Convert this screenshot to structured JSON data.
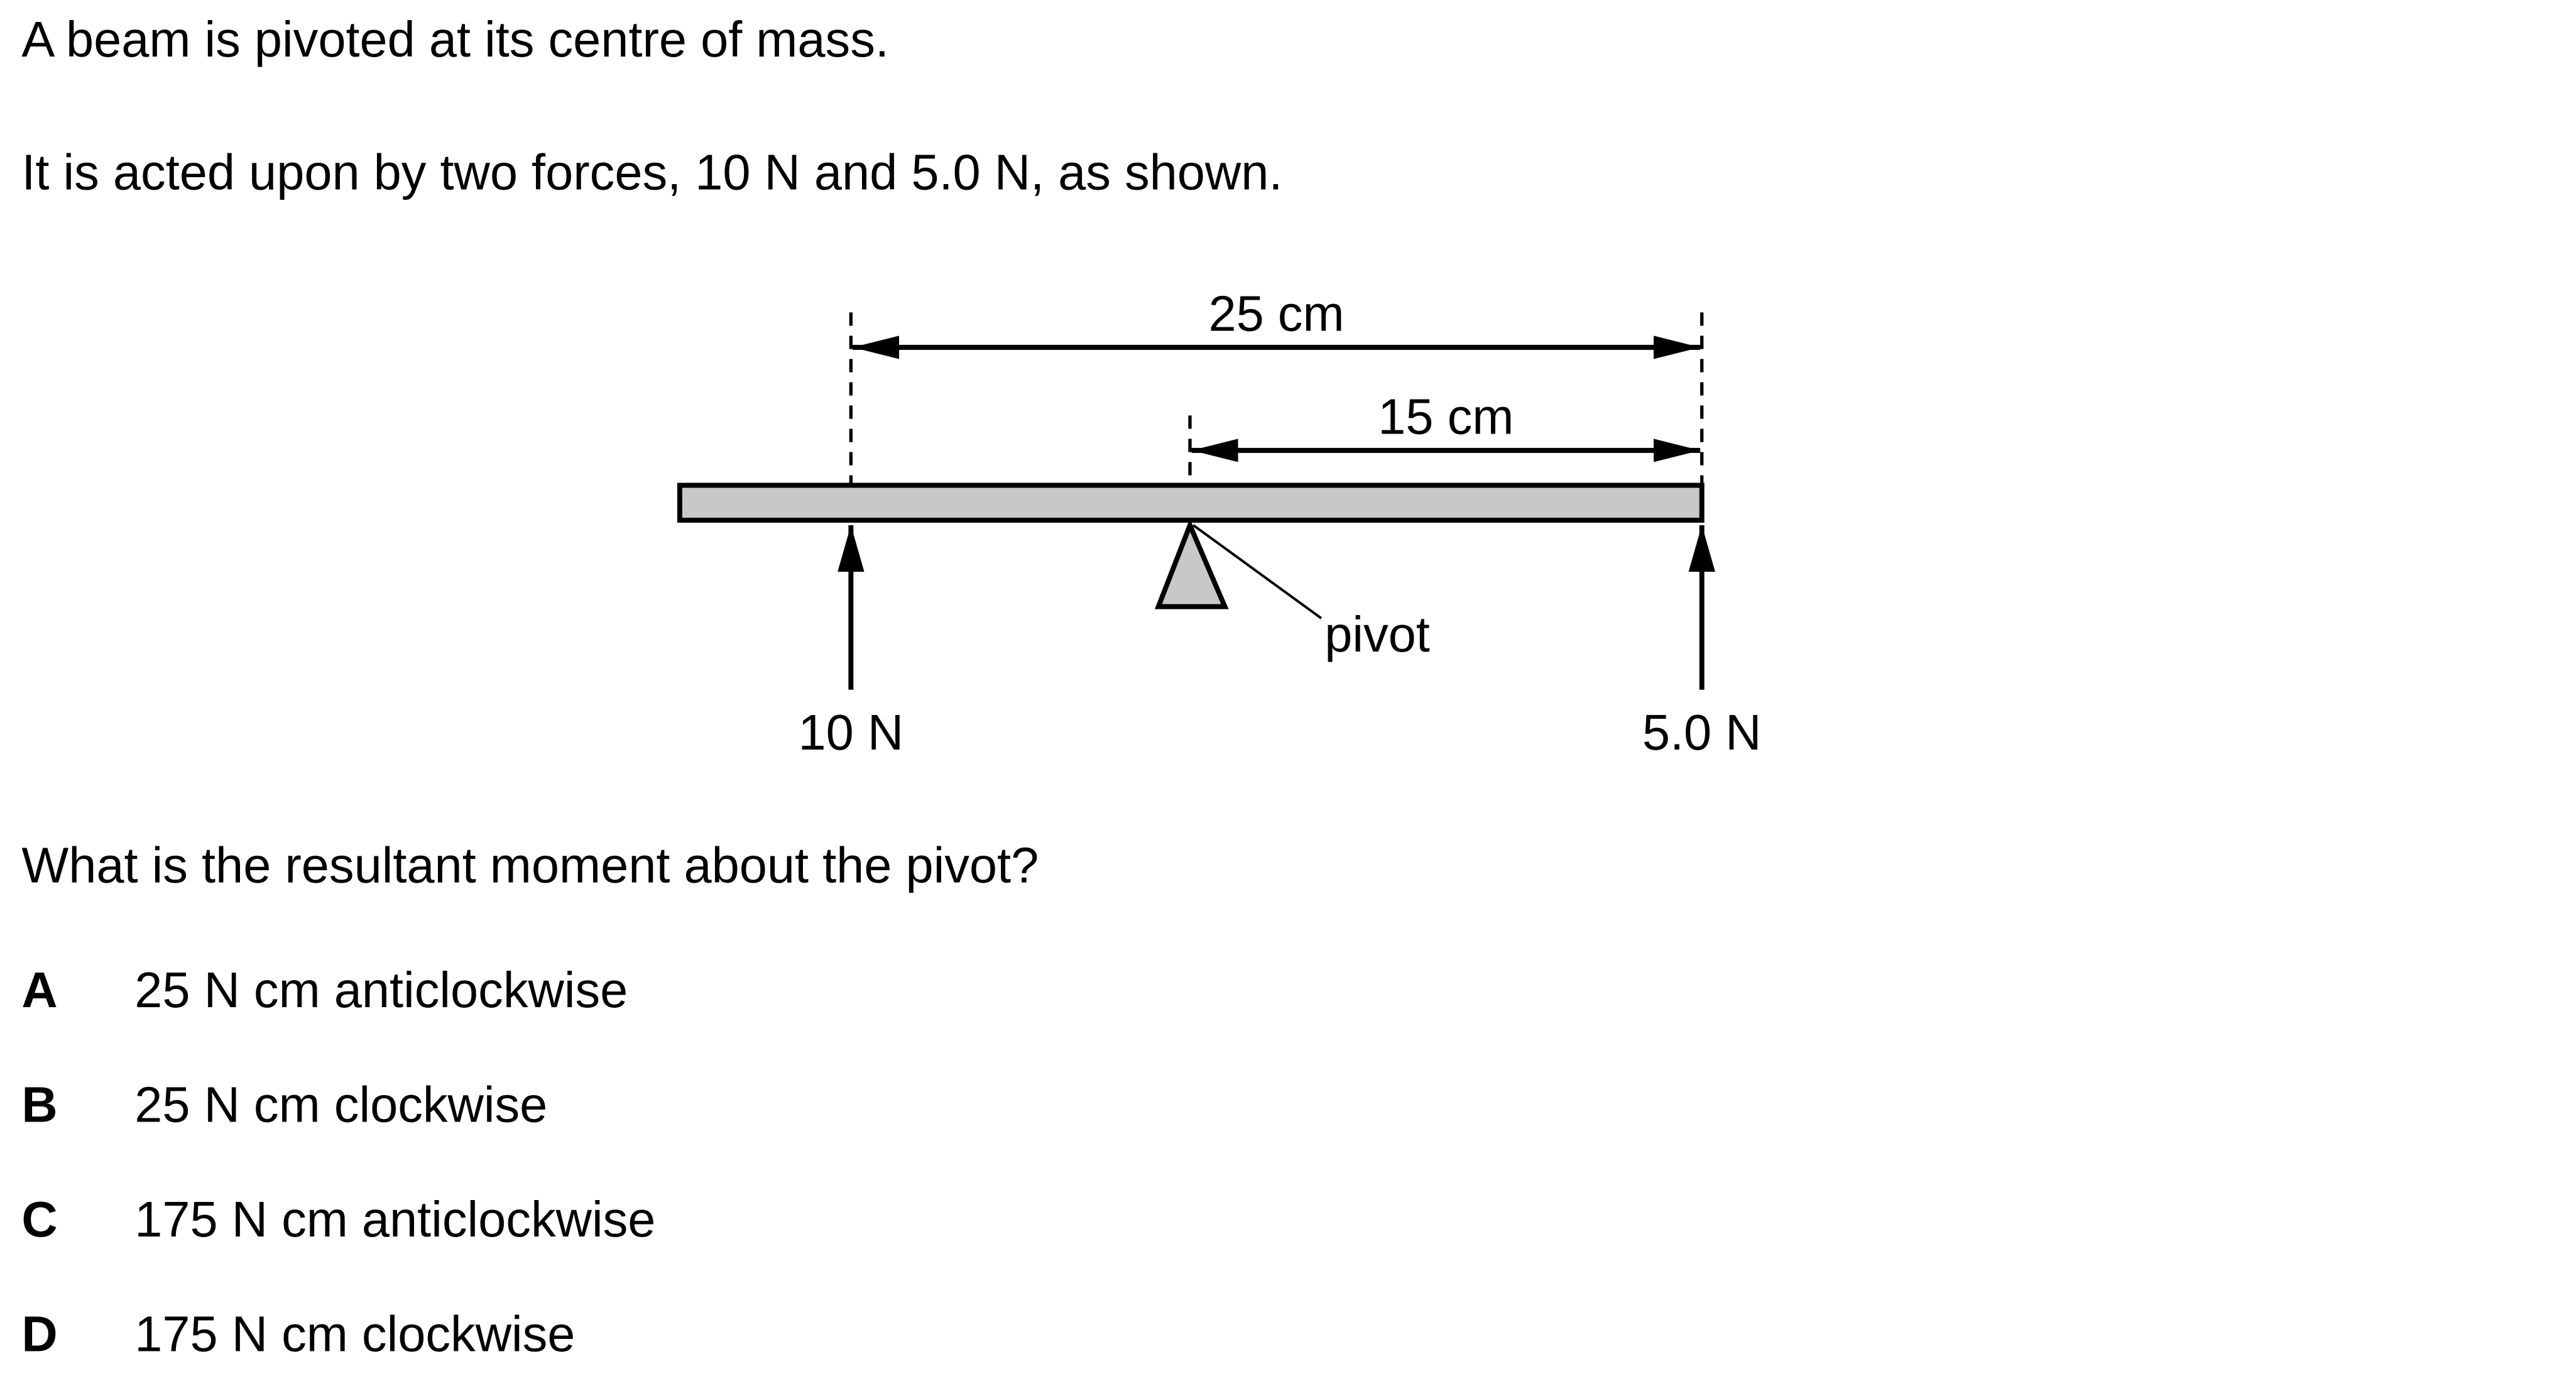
{
  "intro": {
    "line1": "A beam is pivoted at its centre of mass.",
    "line2": "It is acted upon by two forces, 10 N and 5.0 N, as shown."
  },
  "diagram": {
    "dist_long": "25 cm",
    "dist_short": "15 cm",
    "pivot_label": "pivot",
    "force_left": "10 N",
    "force_right": "5.0 N"
  },
  "question": "What is the resultant moment about the pivot?",
  "options": [
    {
      "letter": "A",
      "text": "25 N cm anticlockwise"
    },
    {
      "letter": "B",
      "text": "25 N cm clockwise"
    },
    {
      "letter": "C",
      "text": "175 N cm anticlockwise"
    },
    {
      "letter": "D",
      "text": "175 N cm clockwise"
    }
  ]
}
